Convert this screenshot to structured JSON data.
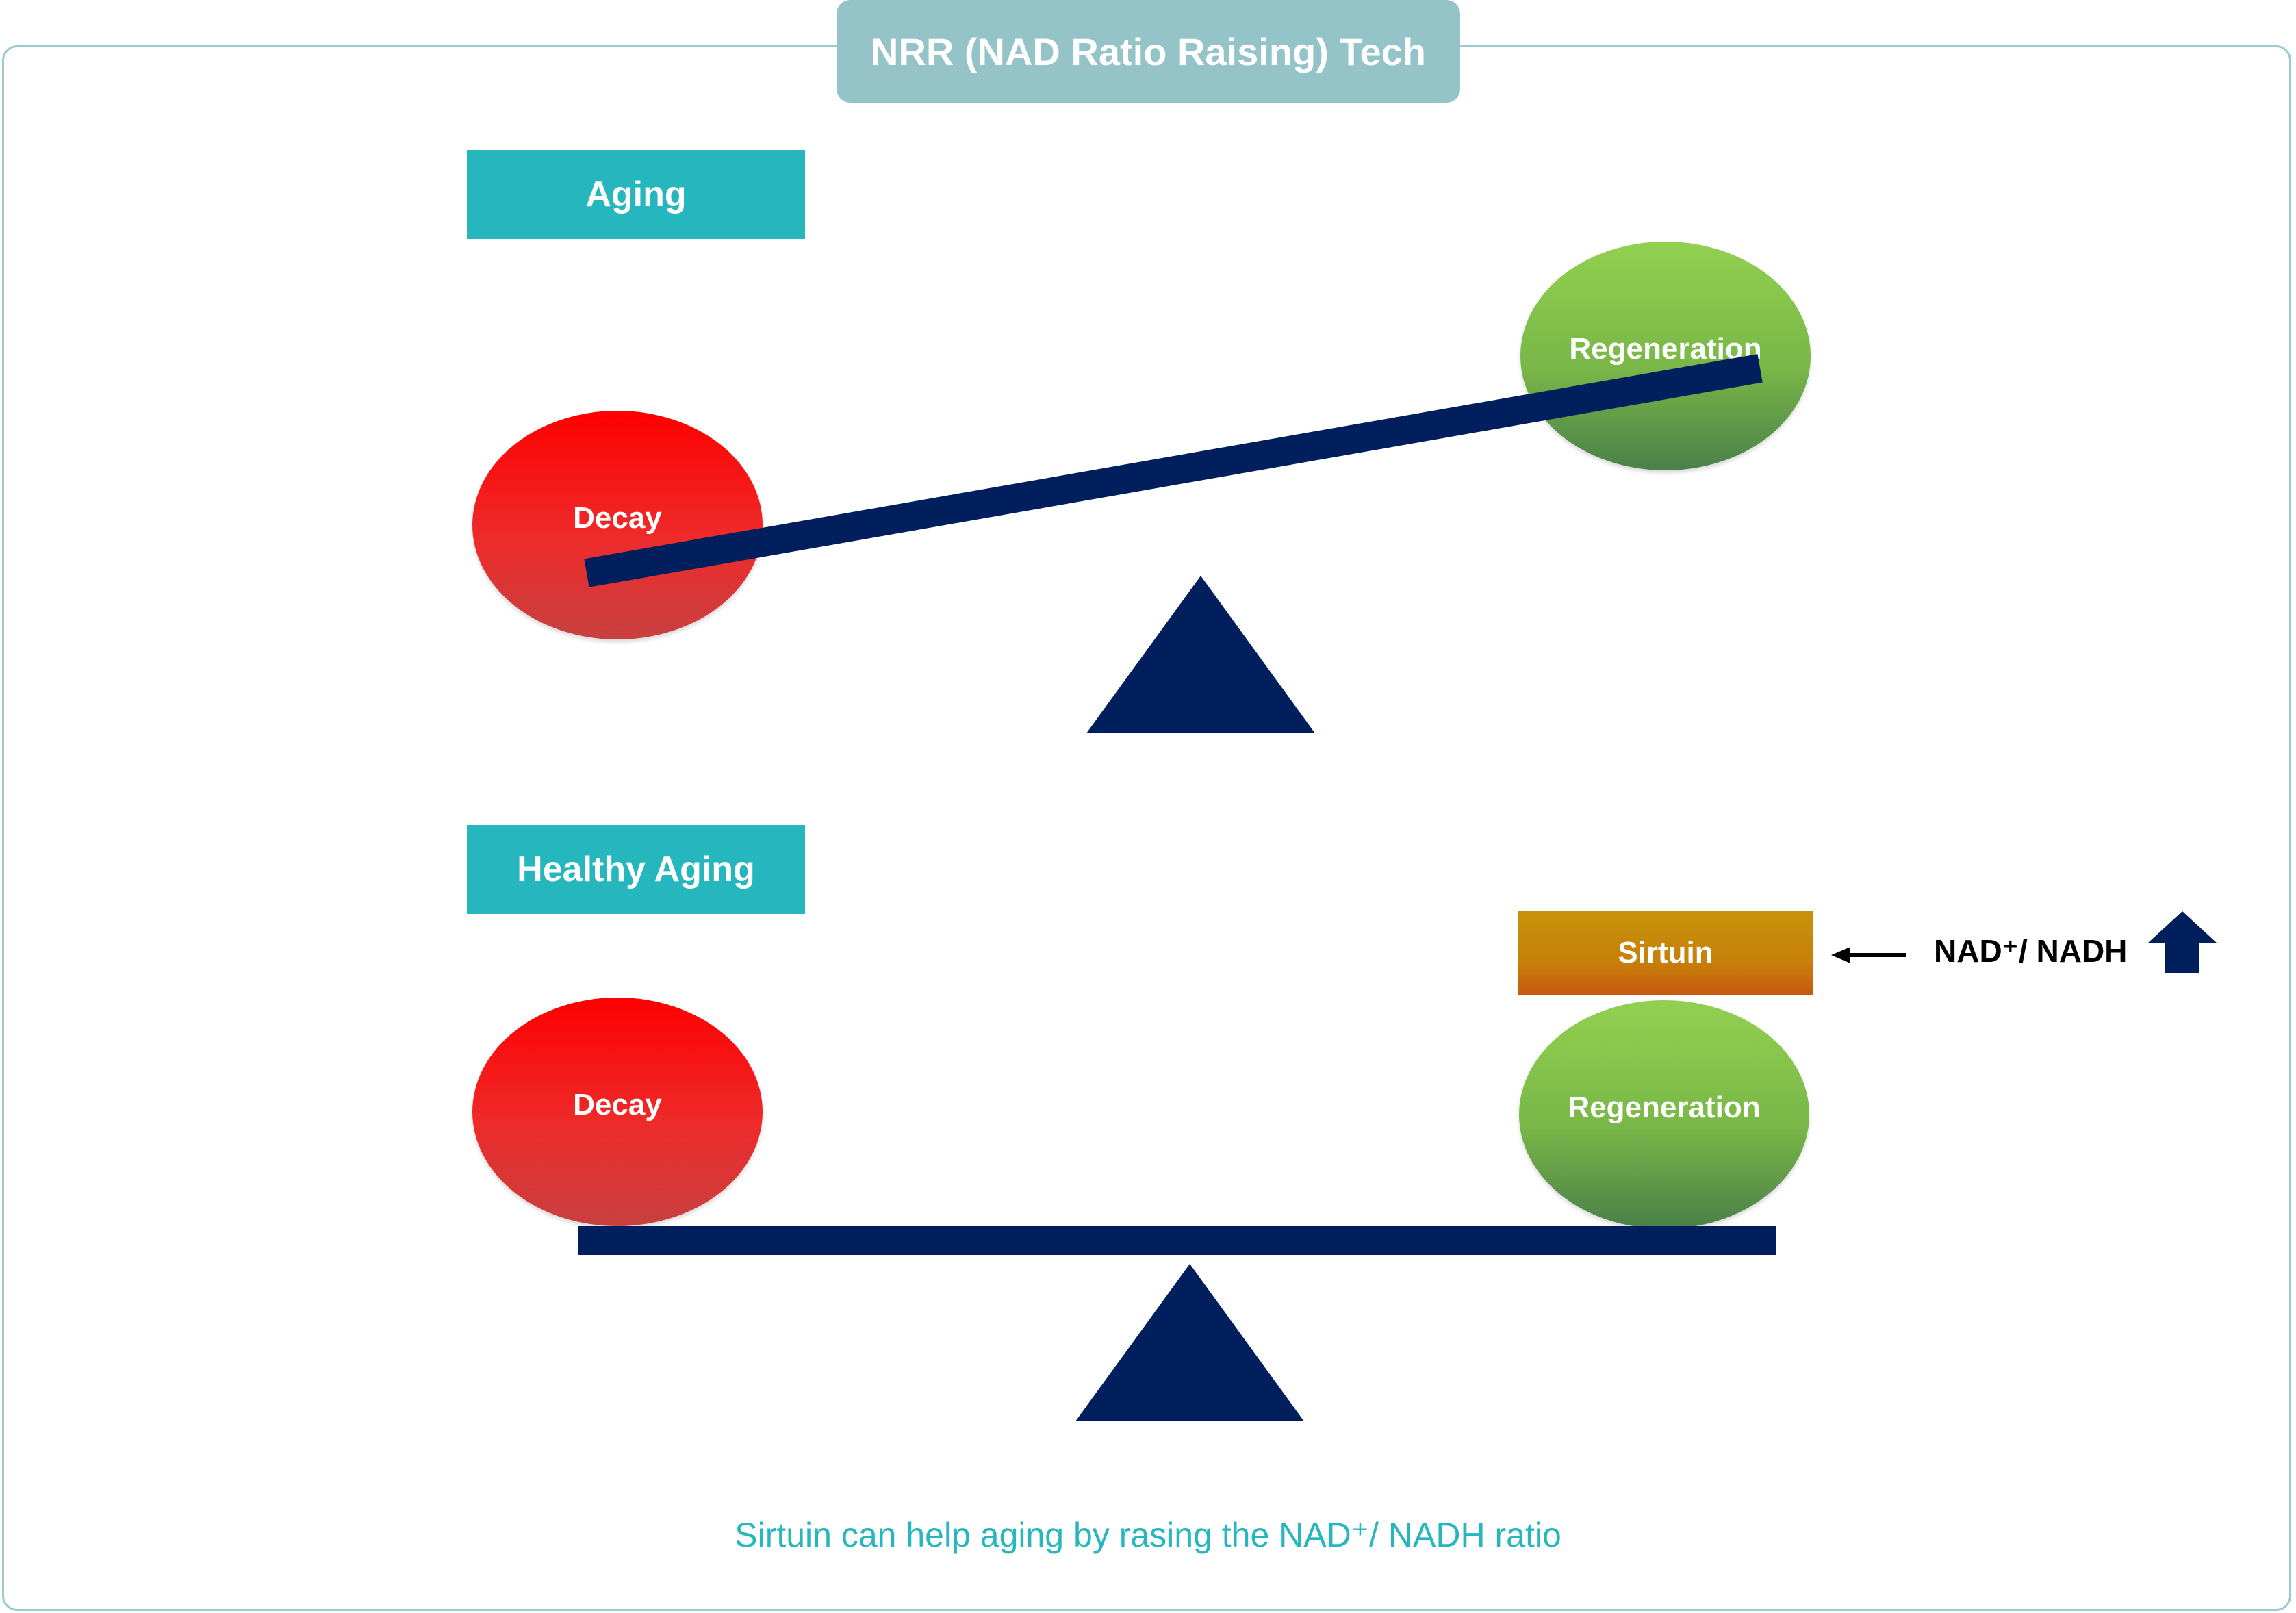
{
  "title": "NRR (NAD Ratio Raising) Tech",
  "top_scale": {
    "label": "Aging",
    "left_weight": "Decay",
    "right_weight": "Regeneration"
  },
  "bottom_scale": {
    "label": "Healthy Aging",
    "left_weight": "Decay",
    "right_weight": "Regeneration",
    "booster": "Sirtuin",
    "ratio_label": "NAD⁺/ NADH"
  },
  "caption": "Sirtuin can help aging by rasing the NAD⁺/ NADH ratio",
  "colors": {
    "beam": "#001f5c",
    "section_label": "#26b6bd",
    "title_tab": "#94c4c8",
    "decay": "#ff0000",
    "regeneration": "#92d050",
    "sirtuin": "#c7800a"
  },
  "icons": {
    "booster_arrow": "left-arrow-icon",
    "increase": "up-arrow-icon"
  }
}
